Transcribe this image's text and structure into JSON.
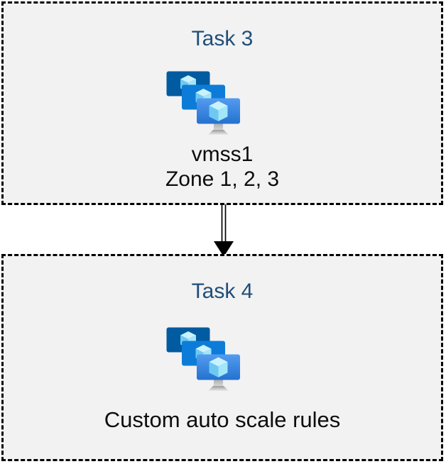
{
  "diagram": {
    "background_color": "#ffffff",
    "box_fill_color": "#f2f2f2",
    "box_border_color": "#000000",
    "title_color": "#1f4e79",
    "label_color": "#0d0d0d"
  },
  "boxes": [
    {
      "title": "Task 3",
      "icon": "vm-scale-sets-icon",
      "lines": [
        "vmss1",
        "Zone 1, 2, 3"
      ]
    },
    {
      "title": "Task 4",
      "icon": "vm-scale-sets-icon",
      "lines": [
        "Custom auto scale rules"
      ]
    }
  ],
  "connector": {
    "type": "double-line-arrow",
    "direction": "down",
    "color": "#000000"
  },
  "icon_colors": {
    "screen_back": "#005ba1",
    "screen_middle": "#0d7cd8",
    "screen_front_gradient_top": "#549bf0",
    "screen_front_gradient_bottom": "#2472cf",
    "cube_top_face": "#c9f2fd",
    "cube_left_face": "#6ec9f2",
    "cube_right_face": "#a2e6fa",
    "stand_gray": "#c2c2c2"
  }
}
